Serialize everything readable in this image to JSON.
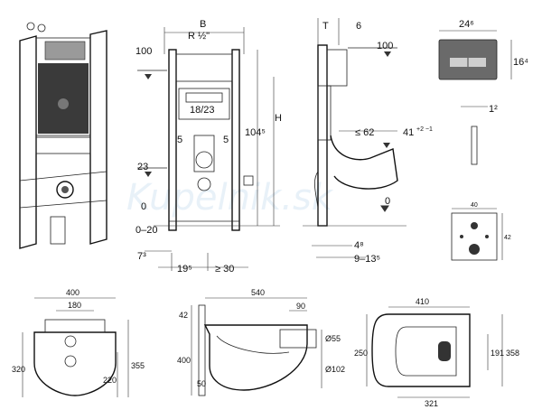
{
  "watermark": "Kupelnik.sk",
  "frame_diagram": {
    "labels": {
      "B": "B",
      "R": "R ½\"",
      "h100_left": "100",
      "h100_right": "100",
      "d18_23": "18/23",
      "d5a": "5",
      "d5b": "5",
      "d23": "23",
      "d0": "0",
      "d0_20": "0–20",
      "d7": "7³",
      "d19": "19⁵",
      "d30": "≥ 30",
      "H": "H",
      "d104": "104⁵",
      "T": "T",
      "d6": "6",
      "d62": "≤ 62",
      "d41": "41",
      "d41_tol": "+2 −1",
      "d0_side": "0",
      "d4": "4⁸",
      "d9_13": "9–13⁵"
    }
  },
  "button_plate": {
    "w": "24⁶",
    "h": "16⁴",
    "t": "1²"
  },
  "small_plate": {
    "w": "40",
    "h": "42"
  },
  "bottom_views": {
    "front": {
      "w400": "400",
      "w180": "180",
      "h320": "320",
      "h355": "355",
      "h220": "220"
    },
    "side": {
      "w540": "540",
      "w90": "90",
      "h42": "42",
      "h400": "400",
      "h50": "50",
      "d355": "Ø55",
      "d102": "Ø102"
    },
    "top": {
      "w410": "410",
      "w321": "321",
      "h250": "250",
      "h191": "191",
      "h358": "358"
    }
  },
  "icons": [
    "geberit-frame-icon",
    "flush-button-icon",
    "wall-plate-icon",
    "toilet-bowl-icon"
  ]
}
